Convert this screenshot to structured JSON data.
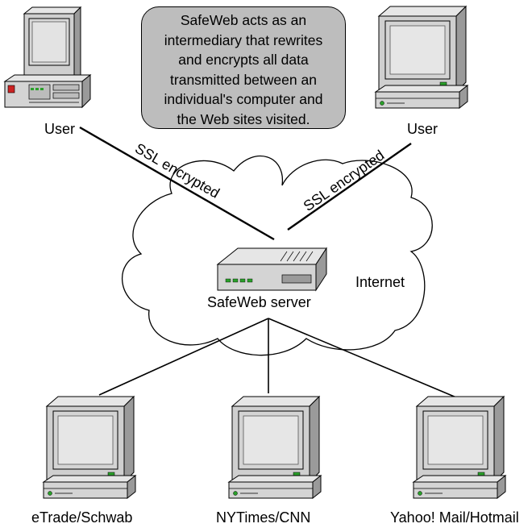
{
  "callout": {
    "lines": [
      "SafeWeb acts as an",
      "intermediary that rewrites",
      "and encrypts all data",
      "transmitted between an",
      "individual's computer and",
      "the Web sites visited."
    ]
  },
  "labels": {
    "user_left": "User",
    "user_right": "User",
    "server": "SafeWeb server",
    "internet": "Internet",
    "ssl_left": "SSL encrypted",
    "ssl_right": "SSL encrypted",
    "site_1": "eTrade/Schwab",
    "site_2": "NYTimes/CNN",
    "site_3": "Yahoo! Mail/Hotmail"
  },
  "colors": {
    "callout_fill": "#bdbdbd",
    "screen": "#d4d4d4",
    "case": "#cccccc",
    "led_green": "#2aa02a",
    "led_red": "#cc2222"
  }
}
